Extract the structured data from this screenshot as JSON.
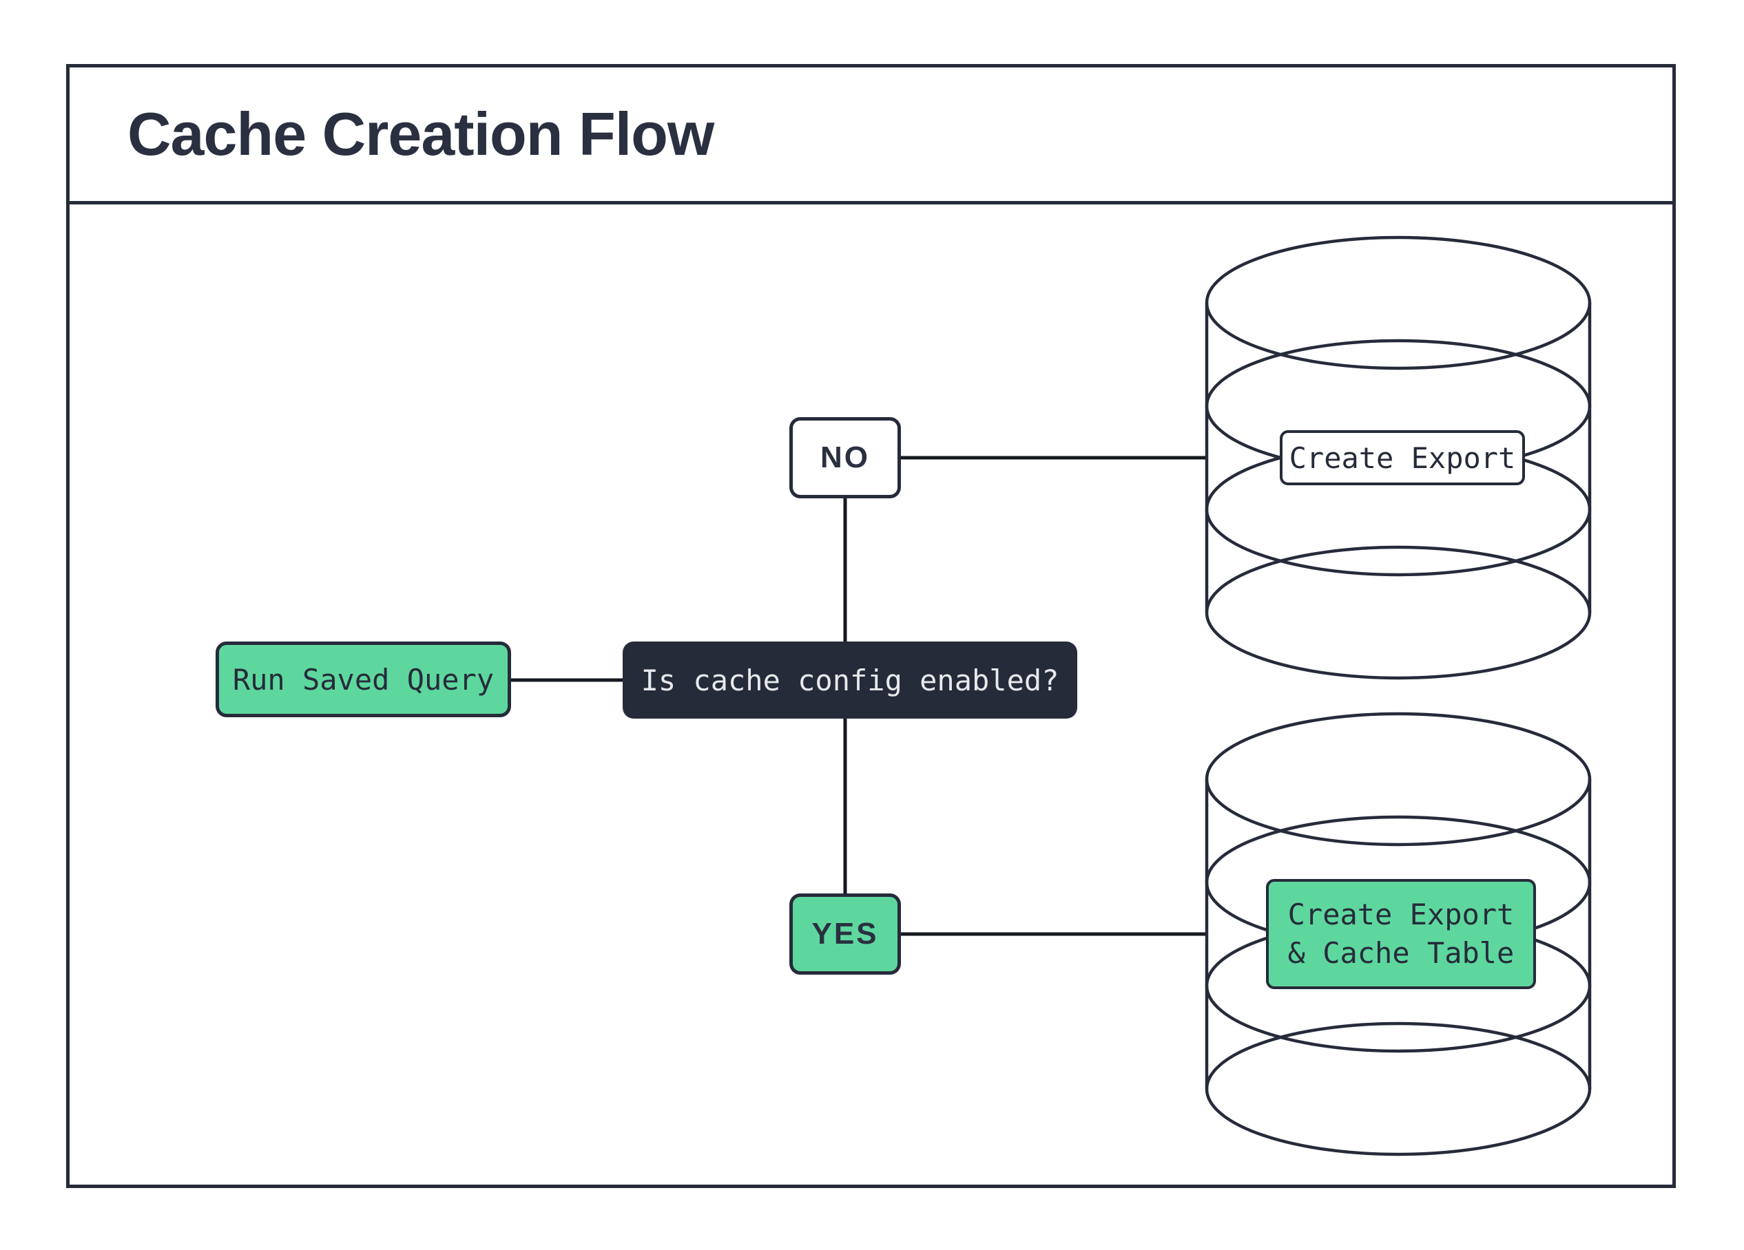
{
  "page": {
    "title": "Cache Creation Flow"
  },
  "colors": {
    "ink": "#262b3a",
    "connector": "#15181f",
    "green": "#5ed79e",
    "dark_box_bg": "#262b3a",
    "dark_box_text": "#e8e9ec",
    "background": "#ffffff"
  },
  "flow": {
    "start": {
      "label": "Run Saved Query"
    },
    "decision": {
      "label": "Is cache config enabled?"
    },
    "branch_no": {
      "label": "NO"
    },
    "branch_yes": {
      "label": "YES"
    },
    "outcome_no": {
      "label": "Create Export"
    },
    "outcome_yes": {
      "label_line1": "Create Export",
      "label_line2": "& Cache Table"
    },
    "edges": [
      {
        "from": "start",
        "to": "decision"
      },
      {
        "from": "decision",
        "to": "branch_no"
      },
      {
        "from": "branch_no",
        "to": "outcome_no_database"
      },
      {
        "from": "decision",
        "to": "branch_yes"
      },
      {
        "from": "branch_yes",
        "to": "outcome_yes_database"
      }
    ]
  }
}
